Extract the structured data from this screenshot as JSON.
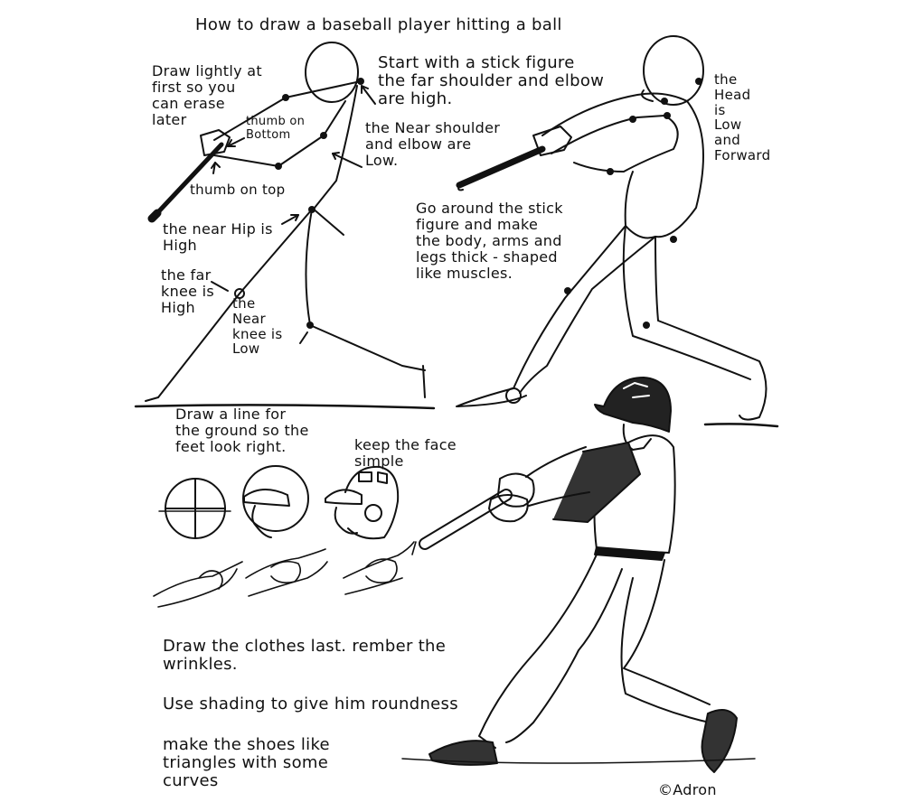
{
  "page": {
    "title": "How to draw a baseball player hitting a ball",
    "credit": "©Adron",
    "ink_color": "#111111",
    "paper_color": "#ffffff"
  },
  "notes": {
    "draw_lightly": "Draw lightly at\nfirst so you\ncan erase\nlater",
    "thumb_bottom": "thumb on\nBottom",
    "thumb_top": "thumb on top",
    "start_stick": "Start with a stick figure\nthe far shoulder and elbow\nare high.",
    "near_shoulder": "the Near shoulder\nand elbow are\nLow.",
    "head_low": "the\nHead\nis\nLow\nand\nForward",
    "near_hip": "the near Hip is\nHigh",
    "far_knee": "the far\nknee is\nHigh",
    "near_knee": "the\nNear\nknee is\nLow",
    "go_around": "Go around the stick\nfigure and make\nthe body, arms and\nlegs thick - shaped\nlike muscles.",
    "ground_line": "Draw a line for\nthe ground so the\nfeet look right.",
    "face_simple": "keep the face\nsimple",
    "clothes": "Draw the clothes last. rember the\nwrinkles.",
    "shading": "Use shading to give him roundness",
    "shoes": "make the shoes like\ntriangles with some\ncurves"
  },
  "illustrations": [
    "stick-figure-batter",
    "muscle-outline-batter",
    "head-circle-step",
    "head-helmet-step",
    "head-face-step",
    "hand-grip-steps",
    "finished-batter"
  ]
}
